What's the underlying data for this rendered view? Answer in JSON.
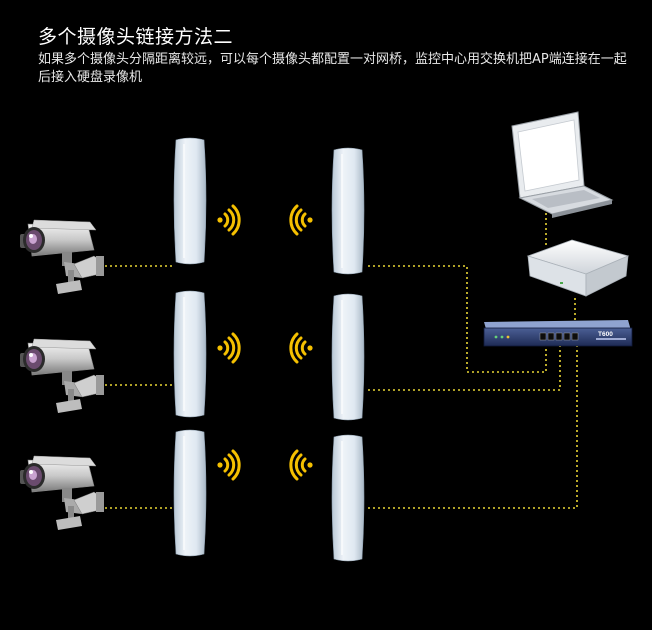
{
  "header": {
    "title": "多个摄像头链接方法二",
    "description": "如果多个摄像头分隔距离较远，可以每个摄像头都配置一对网桥，监控中心用交换机把AP端连接在一起后接入硬盘录像机"
  },
  "switch": {
    "brand_label": "T600"
  },
  "colors": {
    "background": "#000000",
    "link_line": "#e8d534",
    "wifi_signal": "#f5c000",
    "bridge_body": "#dfe9f2"
  },
  "icons": {
    "camera": "security-camera-icon",
    "bridge": "wireless-bridge-icon",
    "wifi": "wifi-signal-icon",
    "laptop": "laptop-icon",
    "router": "router-icon",
    "switch": "network-switch-icon"
  }
}
